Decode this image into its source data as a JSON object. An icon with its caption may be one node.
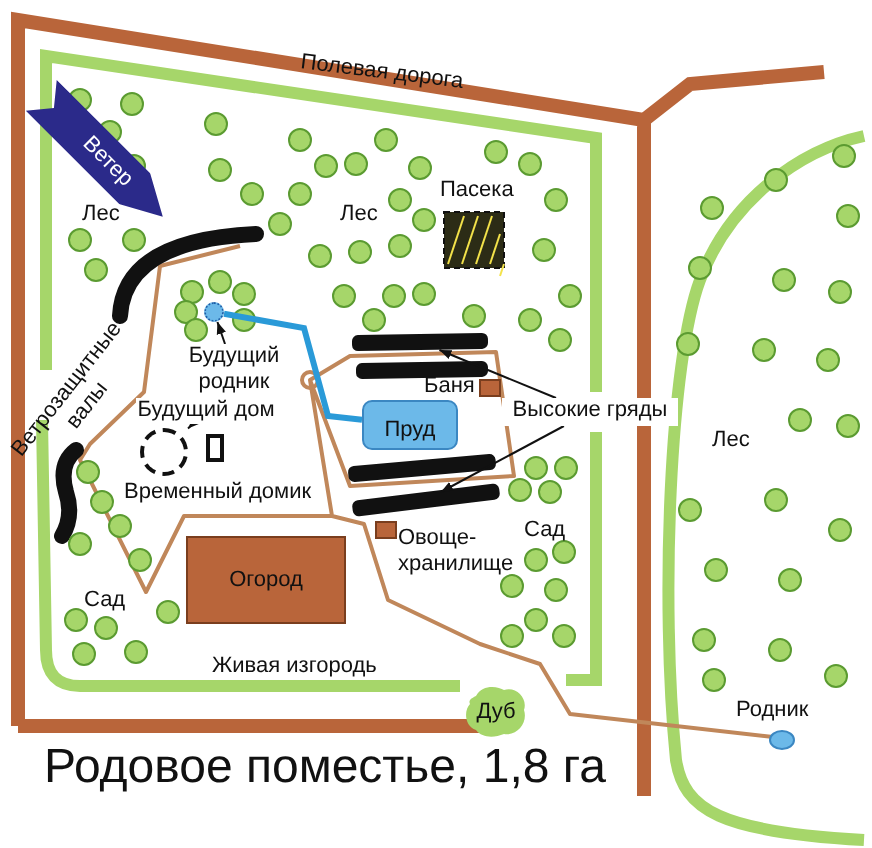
{
  "diagram": {
    "caption": "Родовое поместье, 1,8 га",
    "nodes": [
      {
        "text": [
          "Ветер"
        ]
      },
      {
        "text": [
          "Пруд"
        ]
      },
      {
        "text": [
          "Огород"
        ]
      },
      {
        "text": [
          "Дуб"
        ]
      },
      {
        "text": [
          "Будущий родник"
        ]
      },
      {
        "text": [],
        "shape": "circle"
      },
      {
        "text": [
          "Будущий дом"
        ]
      },
      {
        "text": [],
        "shape": "circle"
      },
      {
        "text": [
          "Высокие гряды"
        ]
      },
      {
        "text": [],
        "shape": "bar"
      },
      {
        "text": [],
        "shape": "bar"
      },
      {
        "text": [],
        "shape": "bar"
      },
      {
        "text": [],
        "shape": "bar"
      }
    ],
    "edges": [
      {
        "from": 4,
        "to": 5,
        "arrow": "to"
      },
      {
        "from": 6,
        "to": 7,
        "arrow": "to"
      },
      {
        "from": 8,
        "to": 9,
        "arrow": "to"
      },
      {
        "from": 8,
        "to": 12,
        "arrow": "to"
      },
      {
        "from": 5,
        "to": 1,
        "arrow": "none",
        "color": "#2a9ad8",
        "style": "thick"
      }
    ],
    "labels": [
      "Полевая дорога",
      "Пасека",
      "Лес",
      "Лес",
      "Ветрозащитные валы",
      "Баня",
      "Лес",
      "Временный домик",
      "Овоще-хранилище",
      "Сад",
      "Сад",
      "Живая изгородь",
      "Родник"
    ]
  }
}
